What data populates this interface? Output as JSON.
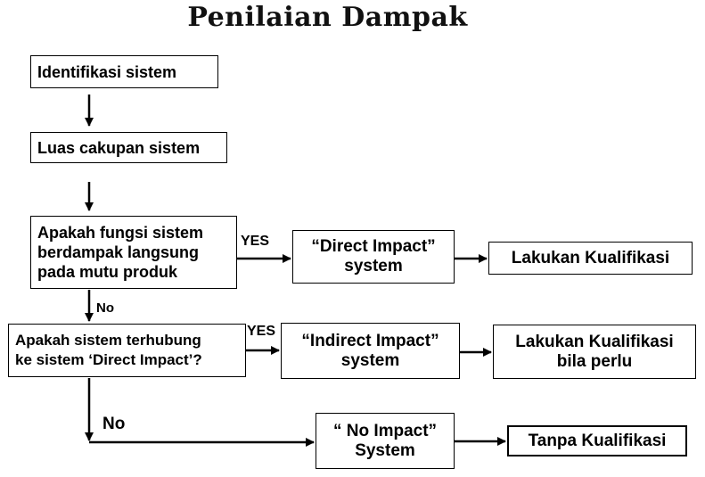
{
  "title": "Penilaian  Dampak",
  "boxes": {
    "identifikasi": "Identifikasi sistem",
    "luas": "Luas cakupan sistem",
    "apakah_fungsi": "Apakah fungsi sistem\nberdampak langsung\npada mutu produk",
    "direct": "“Direct Impact”\nsystem",
    "lakukan1": "Lakukan Kualifikasi",
    "apakah_terhubung": "Apakah sistem terhubung\nke sistem ‘Direct Impact’?",
    "indirect": "“Indirect Impact”\nsystem",
    "lakukan2": "Lakukan Kualifikasi\nbila perlu",
    "noimpact": "“ No Impact”\nSystem",
    "tanpa": "Tanpa Kualifikasi"
  },
  "labels": {
    "yes1": "YES",
    "no1": "No",
    "yes2": "YES",
    "no2": "No"
  }
}
